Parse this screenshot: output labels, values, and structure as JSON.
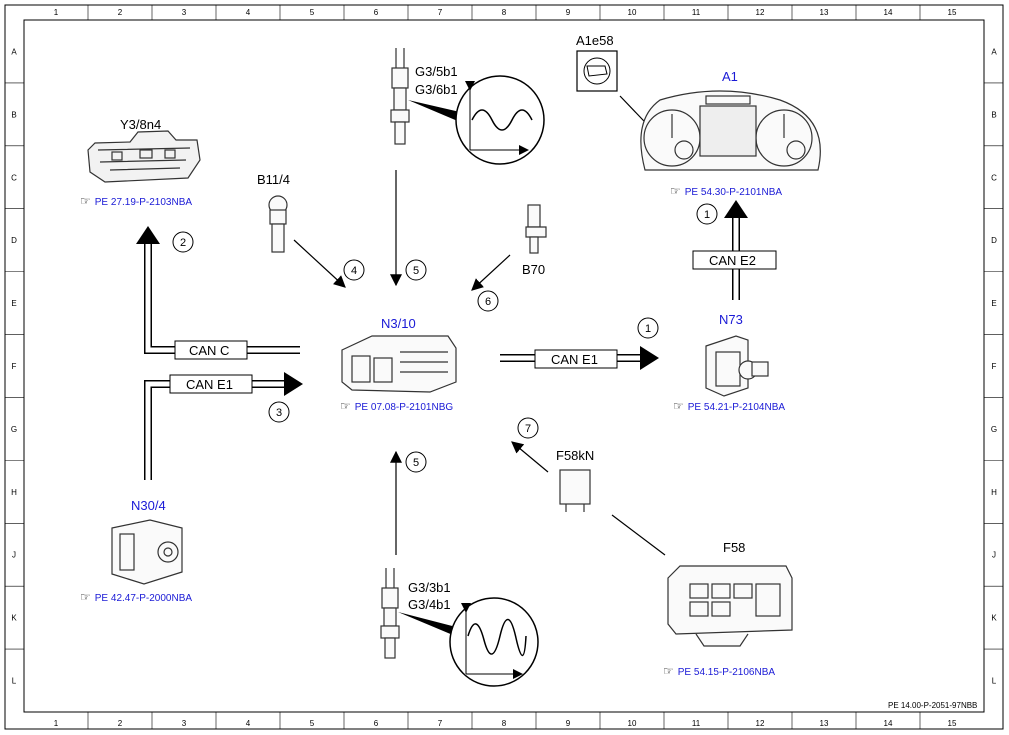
{
  "grid": {
    "columns": [
      "1",
      "2",
      "3",
      "4",
      "5",
      "6",
      "7",
      "8",
      "9",
      "10",
      "11",
      "12",
      "13",
      "14",
      "15"
    ],
    "rows": [
      "A",
      "B",
      "C",
      "D",
      "E",
      "F",
      "G",
      "H",
      "J",
      "K",
      "L"
    ]
  },
  "components": {
    "y3_8n4": {
      "label": "Y3/8n4",
      "ref": "PE 27.19-P-2103NBA"
    },
    "b11_4": {
      "label": "B11/4"
    },
    "g3_5b1": {
      "label": "G3/5b1",
      "label2": "G3/6b1"
    },
    "a1e58": {
      "label": "A1e58"
    },
    "a1": {
      "label": "A1",
      "ref": "PE 54.30-P-2101NBA"
    },
    "b70": {
      "label": "B70"
    },
    "n3_10": {
      "label": "N3/10",
      "ref": "PE 07.08-P-2101NBG"
    },
    "n73": {
      "label": "N73",
      "ref": "PE 54.21-P-2104NBA"
    },
    "n30_4": {
      "label": "N30/4",
      "ref": "PE 42.47-P-2000NBA"
    },
    "f58kn": {
      "label": "F58kN"
    },
    "g3_3b1": {
      "label": "G3/3b1",
      "label2": "G3/4b1"
    },
    "f58": {
      "label": "F58",
      "ref": "PE 54.15-P-2106NBA"
    }
  },
  "buses": {
    "can_c": "CAN C",
    "can_e1_left": "CAN E1",
    "can_e1_right": "CAN E1",
    "can_e2": "CAN E2"
  },
  "markers": [
    "1",
    "2",
    "3",
    "4",
    "5",
    "6",
    "7"
  ],
  "footer": "PE 14.00-P-2051-97NBB",
  "colors": {
    "link": "#1a1ad6",
    "line": "#000000",
    "part": "#555555"
  }
}
